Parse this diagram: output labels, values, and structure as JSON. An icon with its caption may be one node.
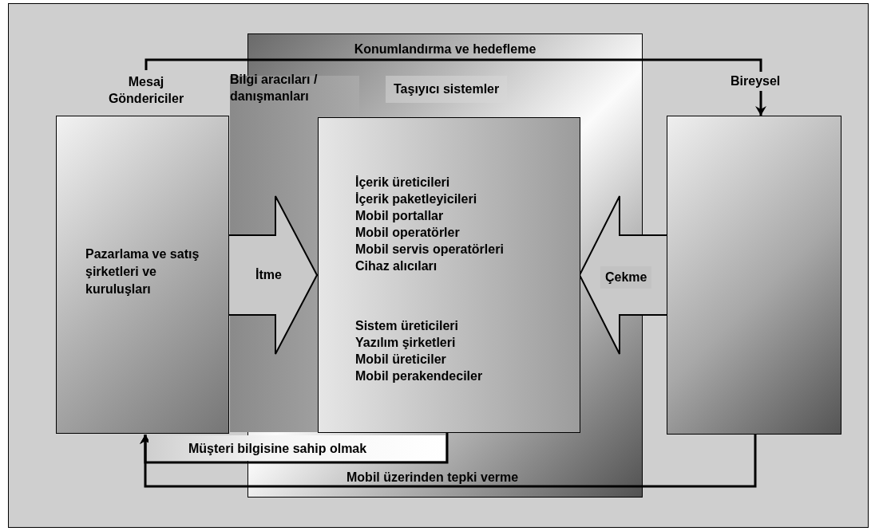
{
  "diagram": {
    "nodes": [
      {
        "text": [
          "Mesaj Göndericiler"
        ]
      },
      {
        "text": [
          "Konumlandırma ve hedefleme",
          "Taşıyıcı sistemler"
        ]
      },
      {
        "text": [
          "Bilgi aracıları / danışmanları"
        ]
      },
      {
        "text": [
          "Pazarlama ve satış şirketleri ve kuruluşları"
        ]
      },
      {
        "text": [
          "İçerik üreticileri",
          "İçerik paketleyicileri",
          "Mobil portallar",
          "Mobil operatörler",
          "Mobil servis operatörleri",
          "Cihaz alıcıları",
          "Sistem üreticileri",
          "Yazılım şirketleri",
          "Mobil üreticiler",
          "Mobil perakendeciler"
        ],
        "in": 1
      },
      {
        "text": [],
        "shape": "box"
      }
    ],
    "edges": [
      {
        "from": 0,
        "to": 5,
        "arrow": "to",
        "label": "Bireysel"
      },
      {
        "from": 3,
        "to": 4,
        "arrow": "to",
        "label": "İtme",
        "style": "thick"
      },
      {
        "from": 5,
        "to": 4,
        "arrow": "to",
        "label": "Çekme",
        "style": "thick"
      },
      {
        "from": 4,
        "to": 3,
        "arrow": "to",
        "label": "Müşteri bilgisine sahip olmak"
      },
      {
        "from": 5,
        "to": 3,
        "arrow": "to",
        "label": "Mobil üzerinden tepki verme"
      }
    ]
  }
}
